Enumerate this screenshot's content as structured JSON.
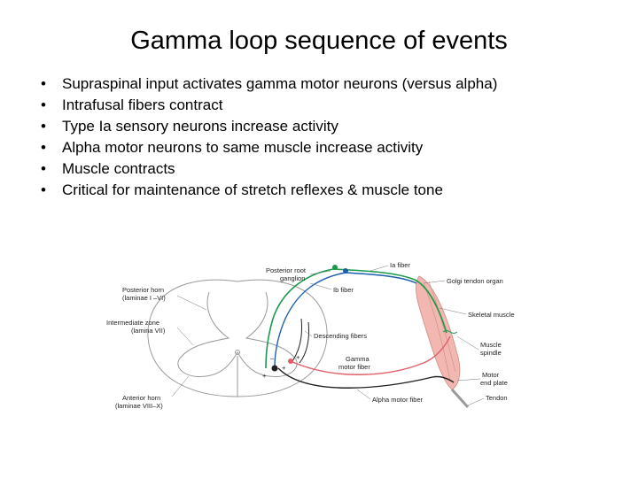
{
  "slide": {
    "title": "Gamma loop sequence of events",
    "bullets": [
      "Supraspinal input activates gamma motor neurons (versus alpha)",
      "Intrafusal fibers contract",
      "Type Ia sensory neurons increase activity",
      "Alpha motor neurons to same muscle increase activity",
      "Muscle contracts",
      "Critical for maintenance of stretch reflexes & muscle tone"
    ]
  },
  "diagram": {
    "labels": {
      "posterior_horn_1": "Posterior horn",
      "posterior_horn_2": "(laminae I –VI)",
      "intermediate_zone_1": "Intermediate zone",
      "intermediate_zone_2": "(lamina VII)",
      "anterior_horn_1": "Anterior horn",
      "anterior_horn_2": "(laminae VIII–X)",
      "posterior_root_1": "Posterior root",
      "posterior_root_2": "ganglion",
      "ib_fiber": "Ib fiber",
      "ia_fiber": "Ia fiber",
      "golgi_tendon_organ": "Golgi tendon organ",
      "skeletal_muscle": "Skeletal muscle",
      "descending_fibers": "Descending fibers",
      "gamma_motor_fiber_1": "Gamma",
      "gamma_motor_fiber_2": "motor fiber",
      "muscle_spindle_1": "Muscle",
      "muscle_spindle_2": "spindle",
      "motor_end_plate_1": "Motor",
      "motor_end_plate_2": "end plate",
      "alpha_motor_fiber": "Alpha motor fiber",
      "tendon": "Tendon",
      "plus": "+",
      "minus": "–"
    },
    "colors": {
      "ia_fiber": "#1a9a4a",
      "ib_fiber": "#1c5fb0",
      "gamma_fiber": "#e0606a",
      "alpha_fiber": "#222222",
      "muscle": "#f1b7b0",
      "cord_outline": "#9a9a9a"
    }
  }
}
